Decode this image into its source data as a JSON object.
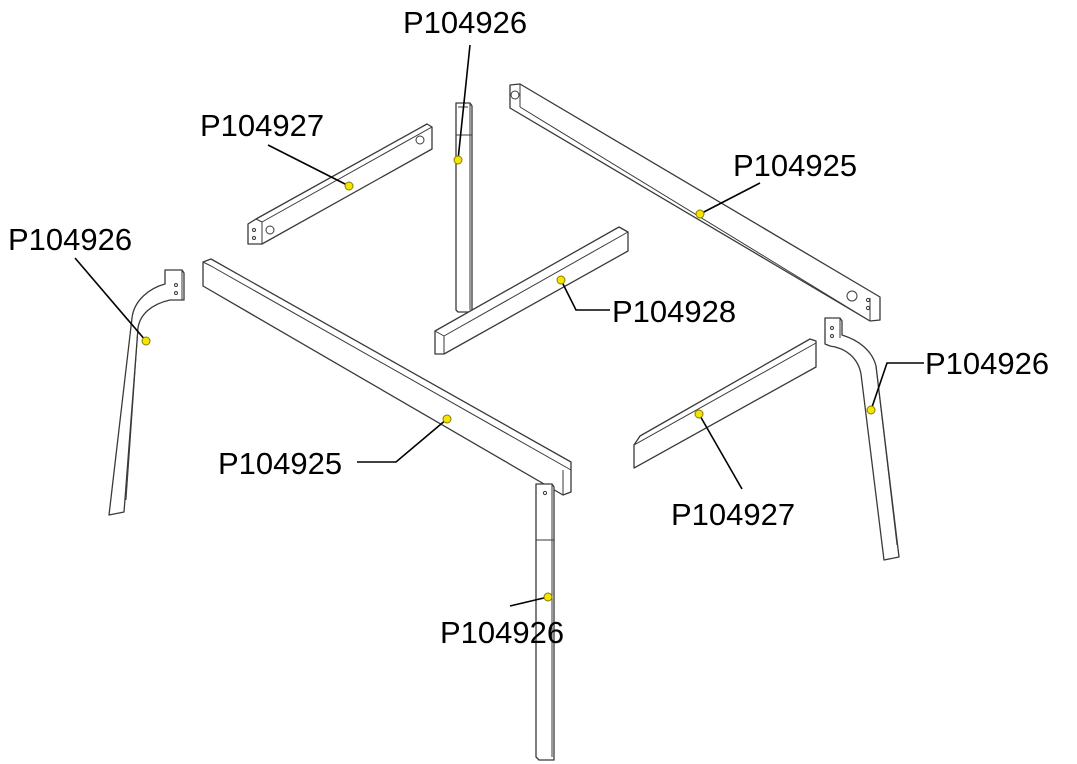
{
  "diagram": {
    "dot_color": "#f2e600",
    "callouts": [
      {
        "id": "leg-top-center",
        "label": "P104926"
      },
      {
        "id": "short-rail-top-left",
        "label": "P104927"
      },
      {
        "id": "long-rail-top-right",
        "label": "P104925"
      },
      {
        "id": "leg-left",
        "label": "P104926"
      },
      {
        "id": "center-stretcher",
        "label": "P104928"
      },
      {
        "id": "leg-right",
        "label": "P104926"
      },
      {
        "id": "long-rail-front",
        "label": "P104925"
      },
      {
        "id": "short-rail-right",
        "label": "P104927"
      },
      {
        "id": "leg-bottom-center",
        "label": "P104926"
      }
    ]
  }
}
